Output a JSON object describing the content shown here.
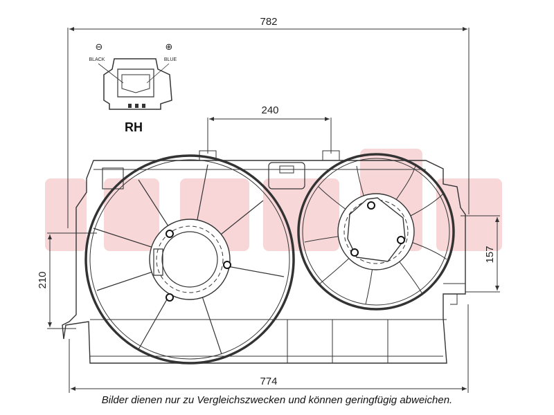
{
  "dimensions": {
    "overall_width_top": "782",
    "fan_spacing": "240",
    "left_height": "210",
    "right_height": "157",
    "overall_width_bottom": "774"
  },
  "connector": {
    "minus_symbol": "⊖",
    "plus_symbol": "⊕",
    "minus_wire": "BLACK",
    "plus_wire": "BLUE",
    "side": "RH"
  },
  "watermark": {
    "text": "AKS DASIS",
    "color": "#d9232e"
  },
  "caption": "Bilder dienen nur zu Vergleichszwecken und können geringfügig abweichen."
}
